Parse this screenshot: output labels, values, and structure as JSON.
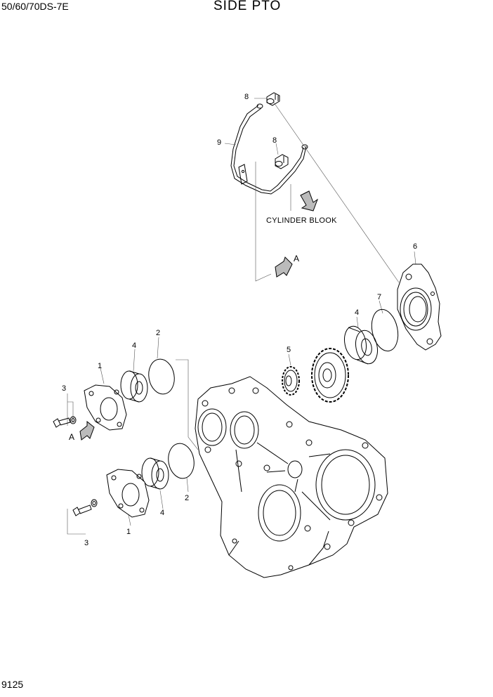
{
  "header": {
    "model": "50/60/70DS-7E",
    "title": "SIDE PTO"
  },
  "footer": {
    "page_number": "9125"
  },
  "notes": {
    "cylinder_block": "CYLINDER BLOOK",
    "view_a_upper": "A",
    "view_a_lower": "A"
  },
  "callouts": {
    "c1_upper": "1",
    "c1_lower": "1",
    "c2_upper": "2",
    "c2_lower": "2",
    "c3_upper": "3",
    "c3_lower": "3",
    "c4_left_upper": "4",
    "c4_left_lower": "4",
    "c4_right": "4",
    "c5": "5",
    "c6": "6",
    "c7": "7",
    "c8_upper": "8",
    "c8_lower": "8",
    "c9": "9"
  }
}
